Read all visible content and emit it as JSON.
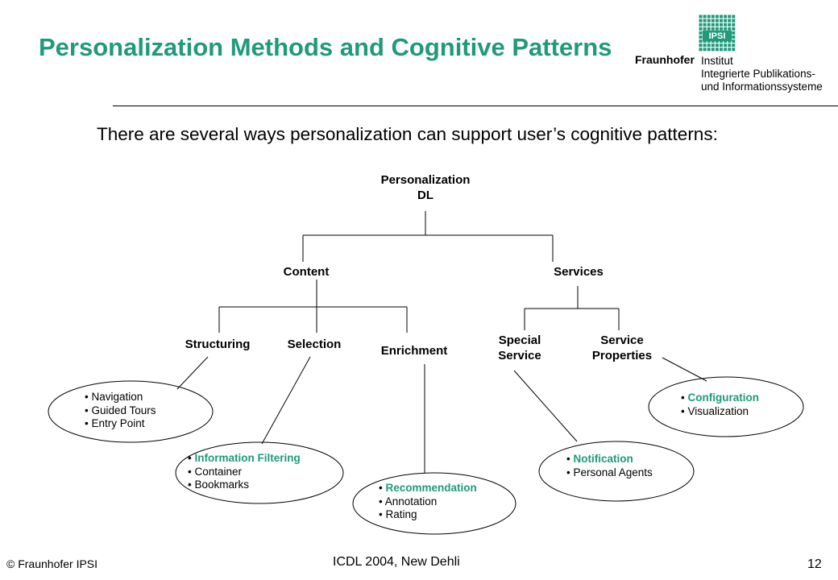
{
  "slide": {
    "title": "Personalization Methods and Cognitive Patterns",
    "intro": "There are several ways personalization can support user’s cognitive patterns:"
  },
  "logo": {
    "brand": "Fraunhofer",
    "badge": "IPSI",
    "lines": [
      "Institut",
      "Integrierte Publikations-",
      "und Informationssysteme"
    ]
  },
  "diagram": {
    "root": [
      "Personalization",
      "DL"
    ],
    "content": "Content",
    "services": "Services",
    "structuring": "Structuring",
    "selection": "Selection",
    "enrichment": "Enrichment",
    "special_service": [
      "Special",
      "Service"
    ],
    "service_properties": [
      "Service",
      "Properties"
    ],
    "ovals": {
      "structuring": [
        "• Navigation",
        "• Guided Tours",
        "• Entry Point"
      ],
      "selection": [
        "• ",
        "Information Filtering",
        "• Container",
        "• Bookmarks"
      ],
      "enrichment": [
        "• ",
        "Recommendation",
        "• Annotation",
        "• Rating"
      ],
      "special_service": [
        "• ",
        "Notification",
        "• Personal Agents"
      ],
      "service_properties": [
        "• ",
        "Configuration",
        "• Visualization"
      ]
    }
  },
  "footer": {
    "copyright": "© Fraunhofer IPSI",
    "event": "ICDL 2004, New Dehli",
    "page": "12"
  },
  "colors": {
    "accent": "#1f9a7a",
    "line": "#000000"
  }
}
